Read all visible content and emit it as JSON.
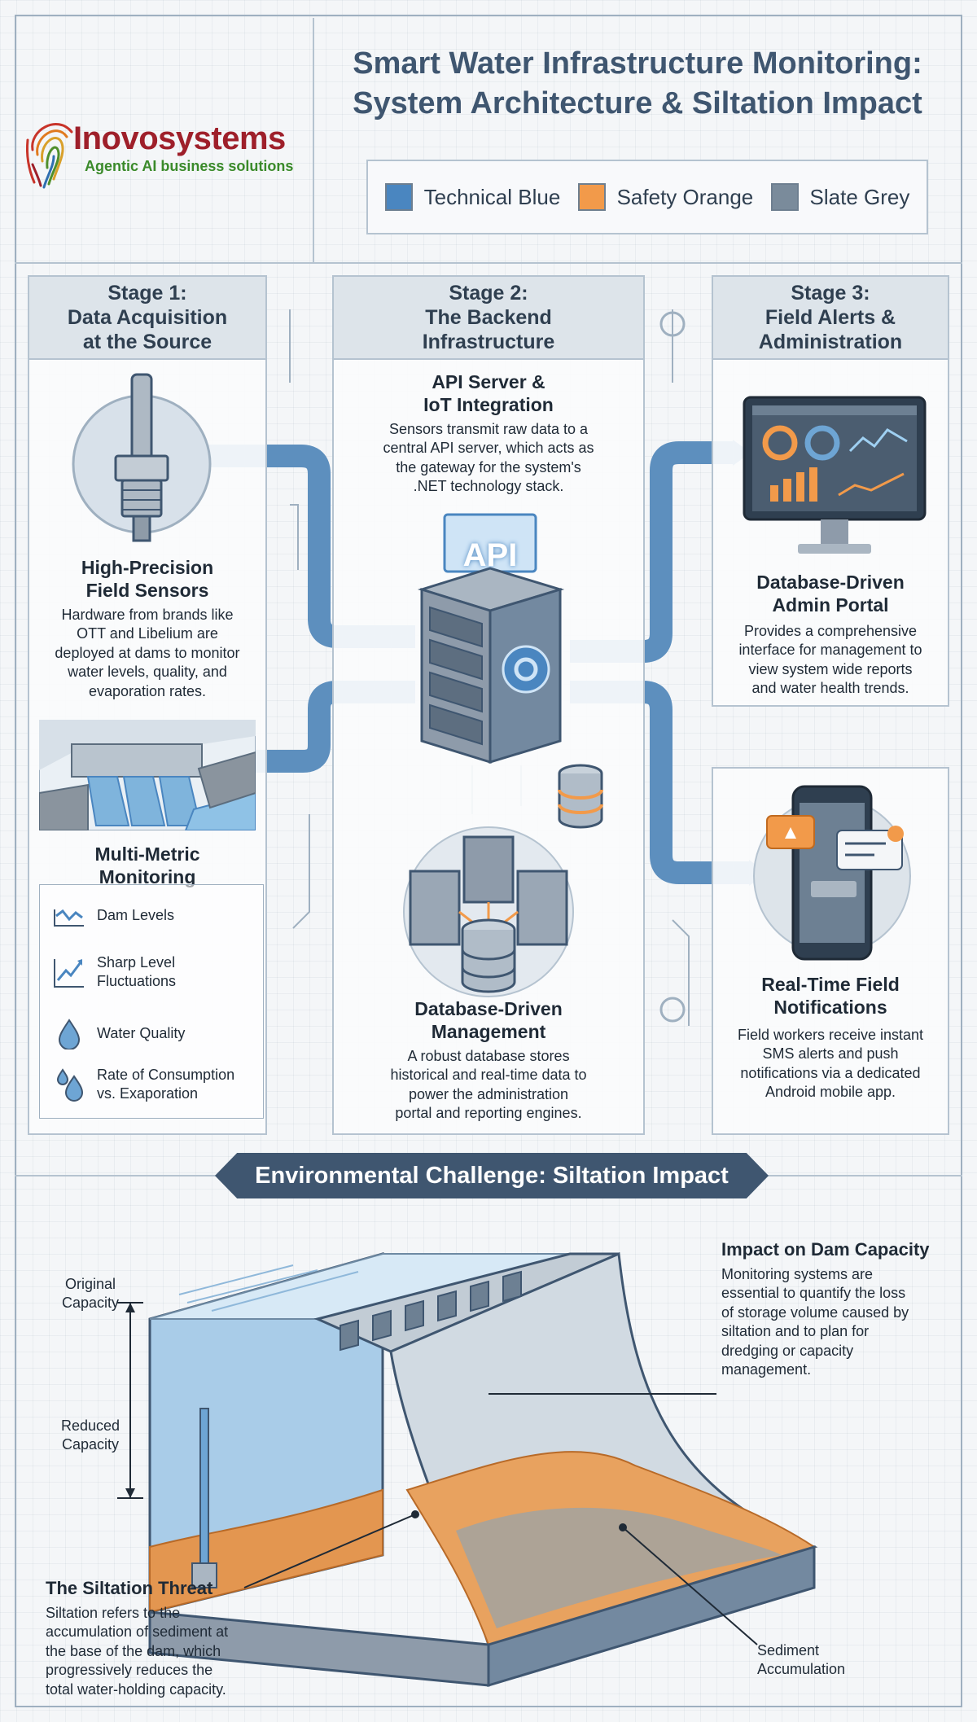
{
  "header": {
    "title_line1": "Smart Water Infrastructure Monitoring:",
    "title_line2": "System Architecture & Siltation Impact",
    "logo_name": "Inovosystems",
    "logo_tagline": "Agentic AI business solutions"
  },
  "legend": [
    {
      "label": "Technical Blue",
      "color": "#4a86c0"
    },
    {
      "label": "Safety Orange",
      "color": "#f29a4a"
    },
    {
      "label": "Slate Grey",
      "color": "#7a8b9b"
    }
  ],
  "stages": {
    "stage1": {
      "head_line1": "Stage 1:",
      "head_line2": "Data Acquisition",
      "head_line3": "at the Source",
      "sensor_title_line1": "High-Precision",
      "sensor_title_line2": "Field Sensors",
      "sensor_desc_line1": "Hardware from brands like",
      "sensor_desc_line2": "OTT and Libelium are",
      "sensor_desc_line3": "deployed at dams to monitor",
      "sensor_desc_line4": "water levels, quality, and",
      "sensor_desc_line5": "evaporation rates.",
      "metrics_title_line1": "Multi-Metric",
      "metrics_title_line2": "Monitoring",
      "metrics": [
        {
          "line1": "Dam Levels",
          "line2": "",
          "icon": "wave-chart-icon"
        },
        {
          "line1": "Sharp Level",
          "line2": "Fluctuations",
          "icon": "trend-up-icon"
        },
        {
          "line1": "Water Quality",
          "line2": "",
          "icon": "water-drop-icon"
        },
        {
          "line1": "Rate of Consumption",
          "line2": "vs. Exaporation",
          "icon": "water-drops-icon"
        }
      ]
    },
    "stage2": {
      "head_line1": "Stage 2:",
      "head_line2": "The Backend",
      "head_line3": "Infrastructure",
      "api_title_line1": "API Server &",
      "api_title_line2": "IoT Integration",
      "api_desc_line1": "Sensors transmit raw data to a",
      "api_desc_line2": "central API server, which acts as",
      "api_desc_line3": "the gateway for the system's",
      "api_desc_line4": ".NET technology stack.",
      "api_label": "API",
      "db_title_line1": "Database-Driven",
      "db_title_line2": "Management",
      "db_desc_line1": "A robust database stores",
      "db_desc_line2": "historical and real-time data to",
      "db_desc_line3": "power the administration",
      "db_desc_line4": "portal and reporting engines."
    },
    "stage3": {
      "head_line1": "Stage 3:",
      "head_line2": "Field Alerts &",
      "head_line3": "Administration",
      "portal_title_line1": "Database-Driven",
      "portal_title_line2": "Admin Portal",
      "portal_desc_line1": "Provides a comprehensive",
      "portal_desc_line2": "interface for management to",
      "portal_desc_line3": "view system wide reports",
      "portal_desc_line4": "and water health trends.",
      "notify_title_line1": "Real-Time Field",
      "notify_title_line2": "Notifications",
      "notify_desc_line1": "Field workers receive instant",
      "notify_desc_line2": "SMS alerts and push",
      "notify_desc_line3": "notifications via a dedicated",
      "notify_desc_line4": "Android mobile app."
    }
  },
  "siltation": {
    "banner": "Environmental Challenge: Siltation Impact",
    "original_line1": "Original",
    "original_line2": "Capacity",
    "reduced_line1": "Reduced",
    "reduced_line2": "Capacity",
    "impact_title": "Impact on Dam Capacity",
    "impact_line1": "Monitoring systems are",
    "impact_line2": "essential to quantify the loss",
    "impact_line3": "of storage volume caused by",
    "impact_line4": "siltation and to plan for",
    "impact_line5": "dredging or capacity",
    "impact_line6": "management.",
    "threat_title": "The Siltation Threat",
    "threat_line1": "Siltation refers to the",
    "threat_line2": "accumulation of sediment at",
    "threat_line3": "the base of the dam, which",
    "threat_line4": "progressively reduces the",
    "threat_line5": "total water-holding capacity.",
    "sediment_line1": "Sediment",
    "sediment_line2": "Accumulation"
  }
}
